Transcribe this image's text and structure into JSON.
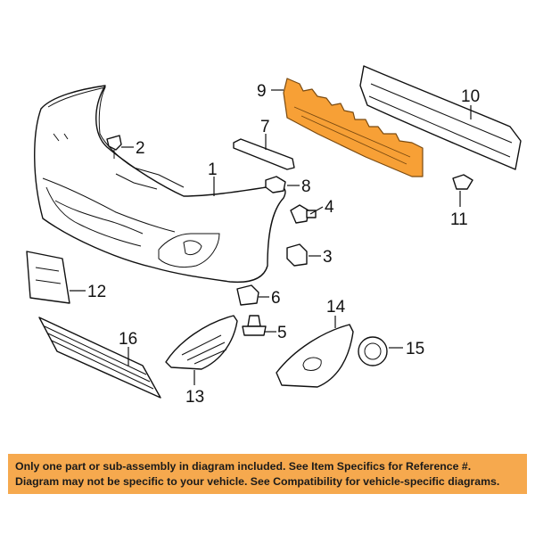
{
  "callouts": {
    "c1": "1",
    "c2": "2",
    "c3": "3",
    "c4": "4",
    "c5": "5",
    "c6": "6",
    "c7": "7",
    "c8": "8",
    "c9": "9",
    "c10": "10",
    "c11": "11",
    "c12": "12",
    "c13": "13",
    "c14": "14",
    "c15": "15",
    "c16": "16"
  },
  "banner": {
    "line1": "Only one part or sub-assembly in diagram included. See Item Specifics for Reference #.",
    "line2": "Diagram may not be specific to your vehicle. See Compatibility for vehicle-specific diagrams.",
    "color": "#f6a94e"
  },
  "colors": {
    "highlight_part": "#f7a036",
    "ink": "#111111"
  }
}
